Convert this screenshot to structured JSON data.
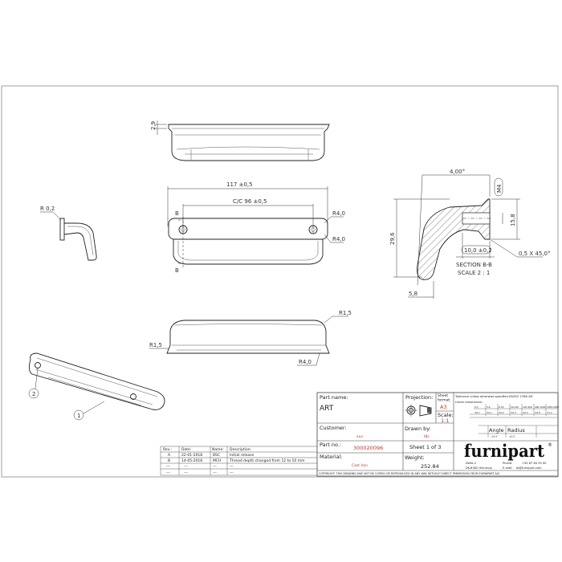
{
  "drawing": {
    "top_view": {
      "dim_thickness": "2,9"
    },
    "front_view": {
      "dim_length": "117 ±0,5",
      "dim_cc": "C/C 96 ±0,5",
      "section_mark_top": "B",
      "section_mark_bottom": "B",
      "radius_top": "R4,0",
      "radius_bottom": "R4,0"
    },
    "side_view": {
      "radius": "R 0,2"
    },
    "section": {
      "angle": "4,00°",
      "thread": "M4",
      "dim_height_small": "15,8",
      "dim_height": "29,6",
      "dim_depth": "10,0 ±0,2",
      "chamfer": "0,5 X 45,0°",
      "title": "SECTION B-B",
      "scale": "SCALE 2 : 1",
      "dim_width": "5,8"
    },
    "bottom_view": {
      "radius_right": "R1,5",
      "radius_left": "R1,5",
      "radius_bottom": "R4,0"
    },
    "balloons": [
      "1",
      "2"
    ]
  },
  "revisions": {
    "headers": [
      "Rev.:",
      "Date:",
      "Name:",
      "Description:"
    ],
    "rows": [
      [
        "A",
        "22-01-2018",
        "BSC",
        "Initial release"
      ],
      [
        "B",
        "14-05-2018",
        "MCH",
        "Thread depth changed from 12 to 10 mm"
      ],
      [
        "---",
        "---",
        "---",
        "---"
      ],
      [
        "---",
        "---",
        "---",
        "---"
      ]
    ]
  },
  "title_block": {
    "part_name_label": "Part name:",
    "part_name": "ART",
    "projection_label": "Projection:",
    "sheet_format_label": "Sheet format:",
    "sheet_format": "A3",
    "scale_label": "Scale:",
    "scale": "1:1",
    "customer_label": "Customer:",
    "customer": "xxx",
    "drawn_by_label": "Drawn by:",
    "drawn_by": "IBL",
    "part_no_label": "Part no.:",
    "part_no": "300020096",
    "sheet": "Sheet 1 of 3",
    "material_label": "Material:",
    "material": "Cast Iron",
    "weight_label": "Weight:",
    "weight": "252.84",
    "tolerance_title": "Tolerance unless otherwise specified DS/ISO 2768-1M",
    "linear_label": "Linear dimensions:",
    "linear_ranges": [
      "0-3",
      "3-6",
      "6-30",
      "30-120",
      "120-400",
      "400-1000",
      "1000-2000"
    ],
    "linear_tolerances": [
      "±0.1",
      "±0.1",
      "±0.2",
      "±0.3",
      "±0.5",
      "±0.8",
      "±1.2"
    ],
    "angle_label": "Angle",
    "angle_tol": "±0.5°",
    "radius_label": "Radius",
    "radius_tol": "±0.5",
    "company": "furnipart",
    "address1": "Delta 2",
    "address2": "DK-8382 Hinnerup",
    "phone_label": "Phone:",
    "phone": "+45 87 64 35 00",
    "email_label": "E-mail:",
    "email": "fp@furnipart.com",
    "copyright": "COPYRIGHT: THIS DRAWING MAY NOT BE COPIED OR REPRODUCED IN ANY WAY WITHOUT DIRECT PERMISSION FROM FURNIPART A/S"
  },
  "colors": {
    "value_red": "#c0392b",
    "line": "#222222"
  }
}
